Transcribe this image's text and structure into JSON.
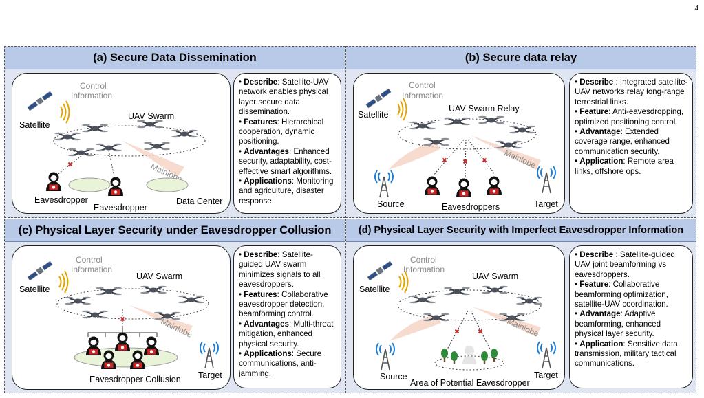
{
  "page_number": "4",
  "panels": {
    "a": {
      "title": "(a) Secure Data Dissemination",
      "labels": {
        "satellite": "Satellite",
        "control1": "Control",
        "control2": "Information",
        "swarm": "UAV Swarm",
        "mainlobe": "Mainlobe",
        "eve1": "Eavesdropper",
        "eve2": "Eavesdropper",
        "datacenter": "Data Center"
      },
      "desc": [
        {
          "key": "Describe",
          "text": ": Satellite-UAV network enables physical layer secure data dissemination."
        },
        {
          "key": "Features",
          "text": ": Hierarchical cooperation, dynamic positioning."
        },
        {
          "key": "Advantages",
          "text": ": Enhanced security, adaptability, cost-effective smart algorithms."
        },
        {
          "key": "Applications",
          "text": ": Monitoring and agriculture, disaster response."
        }
      ]
    },
    "b": {
      "title": "(b) Secure data relay",
      "labels": {
        "satellite": "Satellite",
        "control1": "Control",
        "control2": "Information",
        "swarm": "UAV Swarm Relay",
        "mainlobe": "Mainlobe",
        "source": "Source",
        "eves": "Eavesdroppers",
        "target": "Target"
      },
      "desc": [
        {
          "key": "Describe",
          "text": " : Integrated satellite-UAV networks relay long-range terrestrial links."
        },
        {
          "key": "Feature",
          "text": ": Anti-eavesdropping, optimized positioning control."
        },
        {
          "key": "Advantage",
          "text": ": Extended coverage range, enhanced communication security."
        },
        {
          "key": "Application",
          "text": ": Remote area links, offshore ops."
        }
      ]
    },
    "c": {
      "title": "(c) Physical Layer Security under Eavesdropper Collusion",
      "labels": {
        "satellite": "Satellite",
        "control1": "Control",
        "control2": "Information",
        "swarm": "UAV Swarm",
        "mainlobe": "Mainlobe",
        "collusion": "Eavesdropper Collusion",
        "target": "Target"
      },
      "desc": [
        {
          "key": "Describe",
          "text": ": Satellite-guided UAV swarm minimizes signals to all eavesdroppers."
        },
        {
          "key": "Features",
          "text": ": Collaborative eavesdropper detection, beamforming control."
        },
        {
          "key": "Advantages",
          "text": ": Multi-threat mitigation, enhanced physical security."
        },
        {
          "key": "Applications",
          "text": ": Secure communications, anti-jamming."
        }
      ]
    },
    "d": {
      "title": "(d) Physical Layer Security with Imperfect Eavesdropper Information",
      "labels": {
        "satellite": "Satellite",
        "control1": "Control",
        "control2": "Information",
        "swarm": "UAV Swarm",
        "mainlobe": "Mainlobe",
        "source": "Source",
        "area": "Area of Potential Eavesdropper",
        "target": "Target"
      },
      "desc": [
        {
          "key": "Describe",
          "text": " : Satellite-guided UAV joint beamforming vs eavesdroppers."
        },
        {
          "key": "Feature",
          "text": ": Collaborative beamforming optimization, satellite-UAV coordination."
        },
        {
          "key": "Advantage",
          "text": ": Adaptive beamforming, enhanced physical layer security."
        },
        {
          "key": "Application",
          "text": ": Sensitive data transmission, military tactical communications."
        }
      ]
    }
  }
}
